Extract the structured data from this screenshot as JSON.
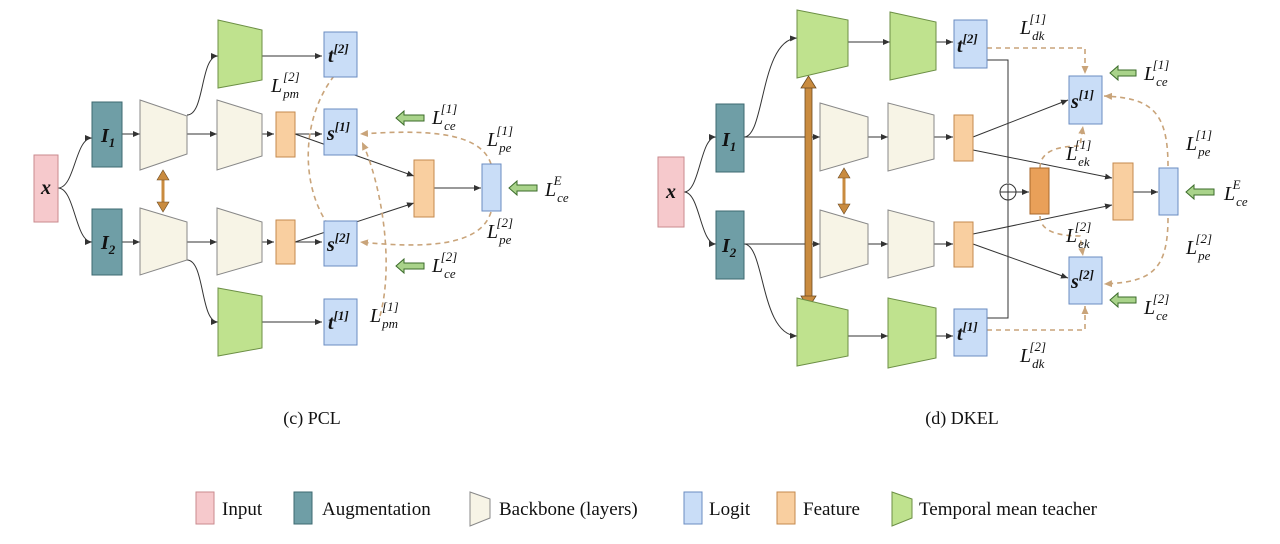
{
  "panels": {
    "pcl": {
      "caption": "(c) PCL",
      "input": "x",
      "aug1": {
        "main": "I",
        "sub": "1"
      },
      "aug2": {
        "main": "I",
        "sub": "2"
      },
      "t2": {
        "main": "t",
        "sup": "[2]"
      },
      "t1": {
        "main": "t",
        "sup": "[1]"
      },
      "s1": {
        "main": "s",
        "sup": "[1]"
      },
      "s2": {
        "main": "s",
        "sup": "[2]"
      },
      "losses": {
        "pm2": {
          "main": "L",
          "sub": "pm",
          "sup": "[2]"
        },
        "pm1": {
          "main": "L",
          "sub": "pm",
          "sup": "[1]"
        },
        "ce1": {
          "main": "L",
          "sub": "ce",
          "sup": "[1]"
        },
        "ce2": {
          "main": "L",
          "sub": "ce",
          "sup": "[2]"
        },
        "pe1": {
          "main": "L",
          "sub": "pe",
          "sup": "[1]"
        },
        "pe2": {
          "main": "L",
          "sub": "pe",
          "sup": "[2]"
        },
        "ceE": {
          "main": "L",
          "sub": "ce",
          "sup": "E"
        }
      }
    },
    "dkel": {
      "caption": "(d) DKEL",
      "input": "x",
      "aug1": {
        "main": "I",
        "sub": "1"
      },
      "aug2": {
        "main": "I",
        "sub": "2"
      },
      "t2": {
        "main": "t",
        "sup": "[2]"
      },
      "t1": {
        "main": "t",
        "sup": "[1]"
      },
      "s1": {
        "main": "s",
        "sup": "[1]"
      },
      "s2": {
        "main": "s",
        "sup": "[2]"
      },
      "oplus": "⊕",
      "losses": {
        "dk1": {
          "main": "L",
          "sub": "dk",
          "sup": "[1]"
        },
        "dk2": {
          "main": "L",
          "sub": "dk",
          "sup": "[2]"
        },
        "ce1": {
          "main": "L",
          "sub": "ce",
          "sup": "[1]"
        },
        "ce2": {
          "main": "L",
          "sub": "ce",
          "sup": "[2]"
        },
        "ek1": {
          "main": "L",
          "sub": "ek",
          "sup": "[1]"
        },
        "ek2": {
          "main": "L",
          "sub": "ek",
          "sup": "[2]"
        },
        "pe1": {
          "main": "L",
          "sub": "pe",
          "sup": "[1]"
        },
        "pe2": {
          "main": "L",
          "sub": "pe",
          "sup": "[2]"
        },
        "ceE": {
          "main": "L",
          "sub": "ce",
          "sup": "E"
        }
      }
    }
  },
  "legend": {
    "input": "Input",
    "augmentation": "Augmentation",
    "backbone": "Backbone (layers)",
    "logit": "Logit",
    "feature": "Feature",
    "teacher": "Temporal mean teacher"
  },
  "colors": {
    "input": "#f6c9cc",
    "augmentation": "#6f9ea6",
    "backbone": "#f7f4e6",
    "logit": "#c9ddf7",
    "feature": "#f9cfa0",
    "teacher": "#bfe28e",
    "dashed": "#c9a47a",
    "double_arrow": "#c98b3f"
  }
}
